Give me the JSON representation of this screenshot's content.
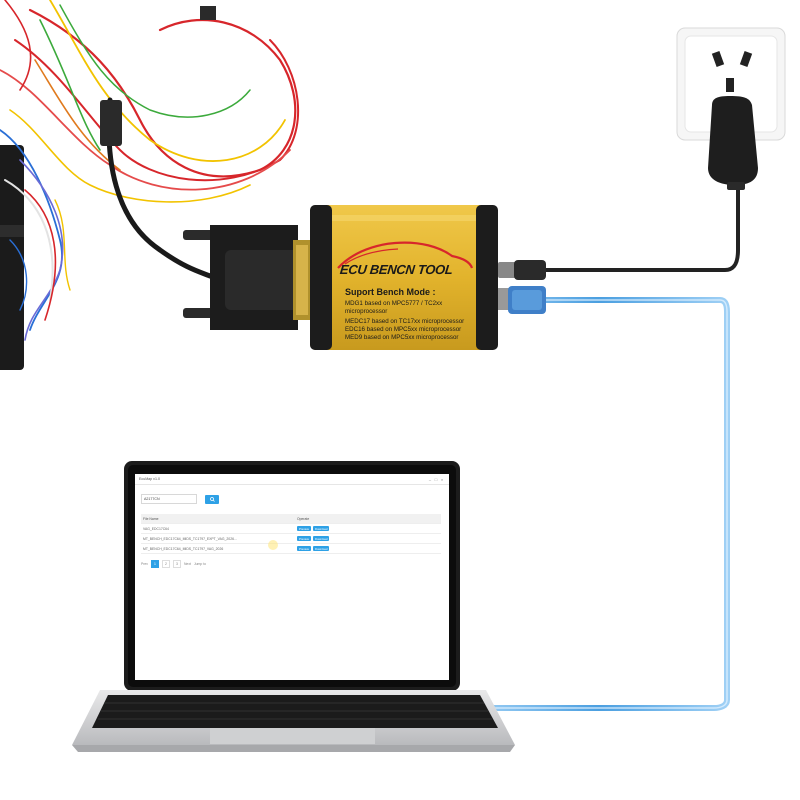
{
  "ecu_box": {
    "brand": "ECU BENCN TOOL",
    "mode_title": "Suport Bench Mode :",
    "lines": [
      "MDG1 based on MPC5777 / TC2xx",
      "microprocessor",
      "MEDC17 based on TC17xx microprocessor",
      "EDC16 based on MPC5xx microprocessor",
      "MED9 based on  MPC5xx microprocessor"
    ],
    "body_color": "#e3b530",
    "cap_color": "#1c1c1c"
  },
  "laptop_app": {
    "window_title": "EcuMap v1.0",
    "search_value": "A2177CN",
    "search_icon": "search-icon",
    "table_headers": {
      "file_name": "File Name",
      "operate": "Operate"
    },
    "rows": [
      {
        "file_name": "VAG_EDC17C64"
      },
      {
        "file_name": "MT_BENCH_EDC17C64_MIDS_TC1797_EXPT_VAG_2026..."
      },
      {
        "file_name": "MT_BENCH_EDC17C64_MIDS_TC1797_VAG_2026"
      }
    ],
    "row_buttons": [
      "Preview",
      "Download"
    ],
    "pager": {
      "prev": "Prev",
      "pages": [
        "1",
        "2",
        "3"
      ],
      "next": "Next",
      "jump_label": "Jump to"
    },
    "accent": "#2ea1e6"
  },
  "usb_cable_color": "#5aa9e6",
  "wire_colors": [
    "#d7262b",
    "#f2c300",
    "#2a6fd6",
    "#3caa3c",
    "#e07a1e",
    "#888888"
  ]
}
